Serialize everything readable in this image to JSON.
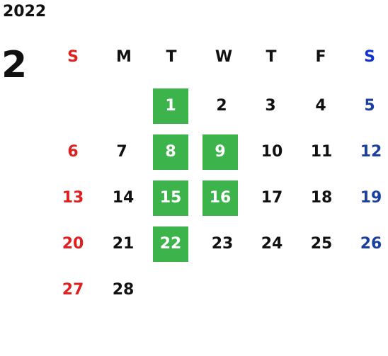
{
  "year": "2022",
  "month": "2",
  "weekdays": [
    "S",
    "M",
    "T",
    "W",
    "T",
    "F",
    "S"
  ],
  "days": [
    "1",
    "2",
    "3",
    "4",
    "5",
    "6",
    "7",
    "8",
    "9",
    "10",
    "11",
    "12",
    "13",
    "14",
    "15",
    "16",
    "17",
    "18",
    "19",
    "20",
    "21",
    "22",
    "23",
    "24",
    "25",
    "26",
    "27",
    "28"
  ],
  "highlighted_days": [
    "1",
    "8",
    "9",
    "15",
    "16",
    "22"
  ],
  "colors": {
    "sunday": "#e02020",
    "saturday": "#1a3fa0",
    "highlight": "#3cb44b",
    "default": "#111111"
  }
}
